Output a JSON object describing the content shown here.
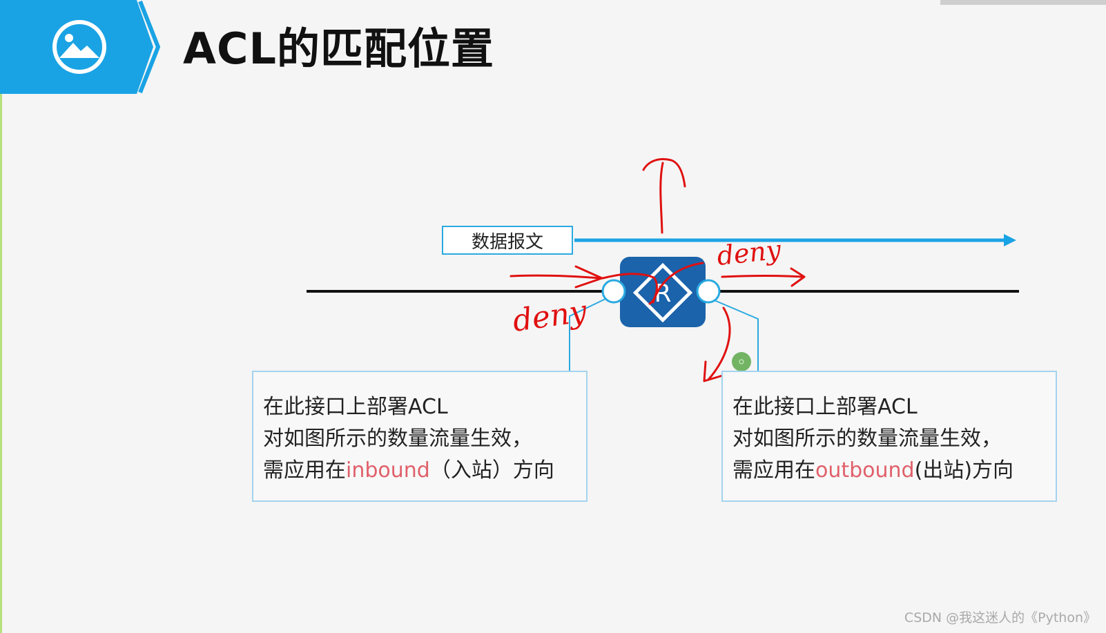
{
  "slide": {
    "title": "ACL的匹配位置",
    "header_icon": "image-icon"
  },
  "diagram": {
    "packet_label": "数据报文",
    "router_letter": "R",
    "router_icon": "router-icon",
    "left_box": {
      "line1": "在此接口上部署ACL",
      "line2": "对如图所示的数量流量生效，",
      "line3_prefix": "需应用在",
      "line3_highlight": "inbound",
      "line3_suffix": "（入站）方向"
    },
    "right_box": {
      "line1": "在此接口上部署ACL",
      "line2": "对如图所示的数量流量生效，",
      "line3_prefix": "需应用在",
      "line3_highlight": "outbound",
      "line3_suffix": "(出站)方向"
    },
    "annotations": {
      "left_handwritten": "deny",
      "right_handwritten": "deny"
    }
  },
  "colors": {
    "header_blue": "#1aa3e4",
    "router_blue": "#1b63ab",
    "arrow_blue": "#1aa3e4",
    "highlight_red": "#e0606a",
    "ink_red": "#e01010"
  },
  "watermark": "CSDN @我这迷人的《Python》"
}
